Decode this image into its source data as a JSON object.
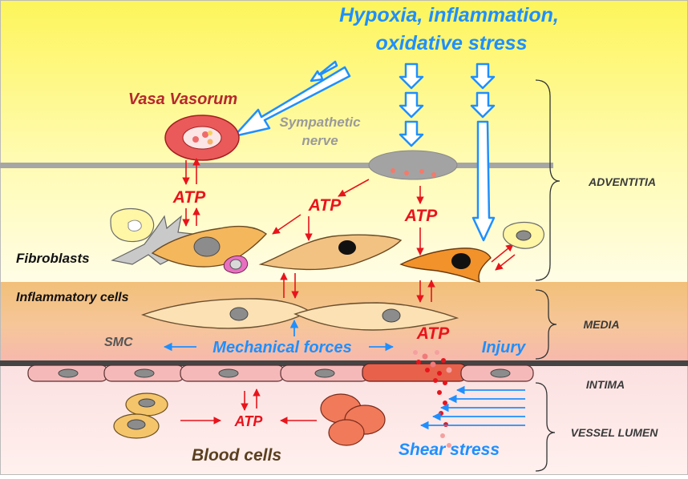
{
  "stressors": {
    "line1": "Hypoxia, inflammation,",
    "line2": "oxidative stress"
  },
  "labels": {
    "vasa_vasorum": "Vasa Vasorum",
    "sympathetic_line1": "Sympathetic",
    "sympathetic_line2": "nerve",
    "fibroblasts": "Fibroblasts",
    "inflammatory_cells": "Inflammatory cells",
    "smc": "SMC",
    "mechanical_forces": "Mechanical forces",
    "injury": "Injury",
    "blood_cells": "Blood cells",
    "shear_stress": "Shear stress",
    "atp": "ATP"
  },
  "layers": {
    "adventitia": "ADVENTITIA",
    "media": "MEDIA",
    "intima": "INTIMA",
    "vessel_lumen": "VESSEL LUMEN"
  },
  "colors": {
    "atp_red": "#e8141c",
    "stress_blue": "#1f8fff",
    "vasa_red": "#b5282e",
    "nerve_gray": "#9a9a9a",
    "layer_text": "#3a3a3a"
  }
}
